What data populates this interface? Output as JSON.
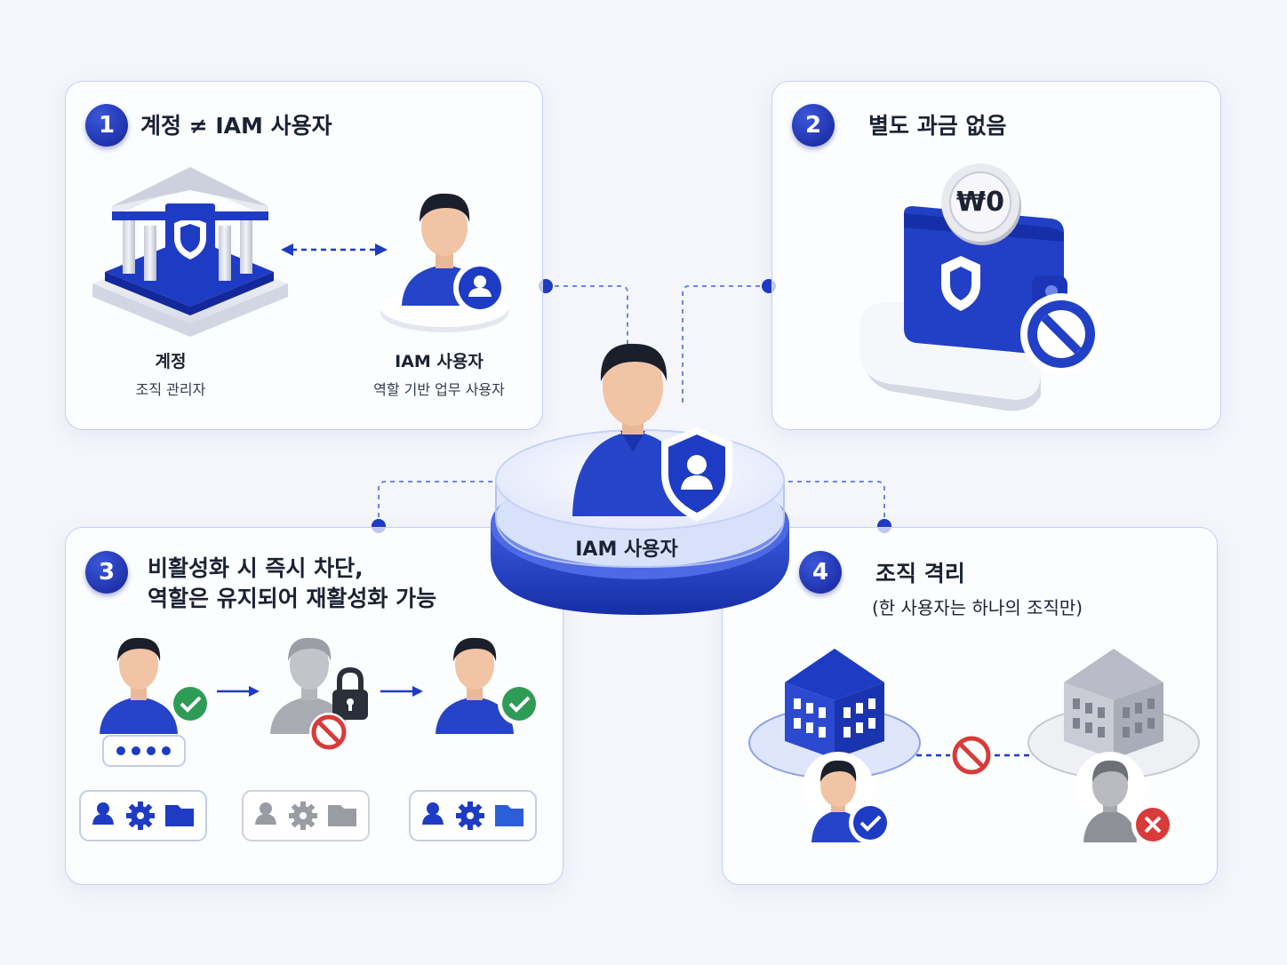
{
  "center": {
    "label": "IAM 사용자"
  },
  "panels": [
    {
      "number": "1",
      "title": "계정 ≠ IAM 사용자",
      "left": {
        "title": "계정",
        "subtitle": "조직 관리자"
      },
      "right": {
        "title": "IAM 사용자",
        "subtitle": "역할 기반 업무 사용자"
      }
    },
    {
      "number": "2",
      "title": "별도 과금 없음",
      "coin_text": "₩0"
    },
    {
      "number": "3",
      "title_line1": "비활성화 시 즉시 차단,",
      "title_line2": "역할은 유지되어 재활성화 가능"
    },
    {
      "number": "4",
      "title": "조직 격리",
      "subtitle": "(한 사용자는 하나의 조직만)"
    }
  ],
  "colors": {
    "primary": "#1e3bc4",
    "dark_navy": "#14239a",
    "check_green": "#2e9b57",
    "deny_red": "#d93a3a",
    "gray": "#9a9ca3"
  }
}
